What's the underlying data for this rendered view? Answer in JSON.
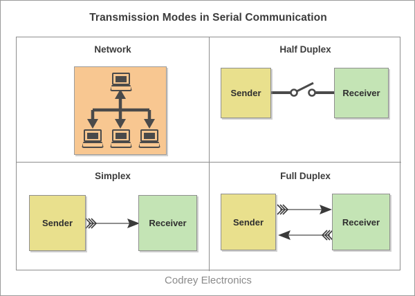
{
  "diagram": {
    "title": "Transmission Modes in Serial Communication",
    "footer": "Codrey Electronics",
    "colors": {
      "network_panel": "#F8C791",
      "sender_box": "#E9E08D",
      "receiver_box": "#C4E4B5",
      "border": "#8D8D8D",
      "text": "#3B3B3B",
      "stroke": "#4A4A4A",
      "footer_text": "#8A8A8A"
    },
    "quadrants": [
      {
        "id": "network",
        "title": "Network",
        "kind": "network-topology",
        "nodes": [
          "laptop-top",
          "laptop-bottom-1",
          "laptop-bottom-2",
          "laptop-bottom-3"
        ],
        "links": "bidirectional bus: one up arrow to top laptop, three down arrows to bottom laptops"
      },
      {
        "id": "half-duplex",
        "title": "Half Duplex",
        "kind": "switch-link",
        "sender_label": "Sender",
        "receiver_label": "Receiver",
        "connector": "open-switch"
      },
      {
        "id": "simplex",
        "title": "Simplex",
        "kind": "one-way",
        "sender_label": "Sender",
        "receiver_label": "Receiver",
        "arrows": [
          {
            "direction": "sender-to-receiver",
            "style": "feathered-arrow"
          }
        ]
      },
      {
        "id": "full-duplex",
        "title": "Full Duplex",
        "kind": "two-way",
        "sender_label": "Sender",
        "receiver_label": "Receiver",
        "arrows": [
          {
            "direction": "sender-to-receiver",
            "style": "feathered-arrow"
          },
          {
            "direction": "receiver-to-sender",
            "style": "feathered-arrow"
          }
        ]
      }
    ]
  }
}
